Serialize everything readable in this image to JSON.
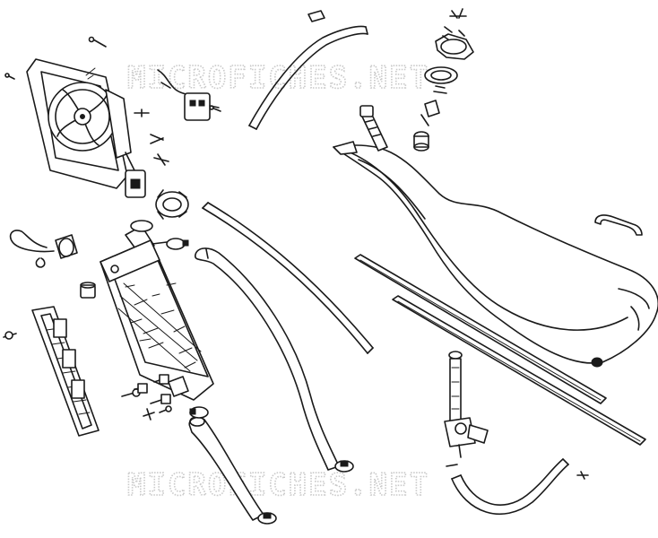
{
  "watermark": {
    "top": "MICROFICHES.NET",
    "bottom": "MICROFICHES.NET"
  },
  "parts": [
    {
      "id": "cooling-fan",
      "icon": "fan-icon"
    },
    {
      "id": "fan-switch-connector",
      "icon": "connector-icon"
    },
    {
      "id": "radiator",
      "icon": "radiator-icon"
    },
    {
      "id": "radiator-cap",
      "icon": "cap-icon"
    },
    {
      "id": "radiator-grille",
      "icon": "grille-icon"
    },
    {
      "id": "temperature-sensor",
      "icon": "sensor-icon"
    },
    {
      "id": "coolant-hoses",
      "icon": "hose-icon"
    },
    {
      "id": "hose-clamps",
      "icon": "clamp-icon"
    },
    {
      "id": "fuel-tank",
      "icon": "tank-icon"
    },
    {
      "id": "fuel-cap",
      "icon": "cap-icon"
    },
    {
      "id": "fuel-tap",
      "icon": "valve-icon"
    },
    {
      "id": "fuel-line",
      "icon": "hose-icon"
    },
    {
      "id": "tank-rubber-strips",
      "icon": "strip-icon"
    },
    {
      "id": "tank-handle",
      "icon": "handle-icon"
    },
    {
      "id": "bolts",
      "icon": "bolt-icon"
    }
  ]
}
